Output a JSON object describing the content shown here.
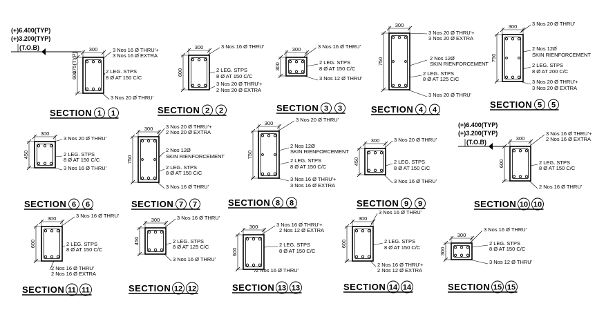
{
  "level_tags": {
    "top": "(+)6.400(TYP)",
    "bottom": "(+)3.200(TYP)",
    "tob": "(T.O.B)",
    "extra_dim": "175",
    "extra_dim_suffix": "(TYP)"
  },
  "sections": [
    {
      "id": "s1",
      "title": "SECTION",
      "num1": "1",
      "num2": "1",
      "width": "300",
      "depth": "600",
      "labels": [
        "3 Nos 16 Ø THRU'+",
        "3 Nos 16 Ø EXTRA",
        "2 LEG. STPS",
        "8 Ø AT 150 C/C",
        "3 Nos 20 Ø THRU'"
      ]
    },
    {
      "id": "s2",
      "title": "SECTION",
      "num1": "2",
      "num2": "2",
      "width": "300",
      "depth": "600",
      "labels": [
        "3 Nos 16 Ø THRU'",
        "2 LEG. STPS",
        "8 Ø AT 150 C/C",
        "3 Nos 20 Ø THRU'+",
        "2 Nos 20 Ø EXTRA"
      ]
    },
    {
      "id": "s3",
      "title": "SECTION",
      "num1": "3",
      "num2": "3",
      "width": "300",
      "depth": "300",
      "labels": [
        "3 Nos 16 Ø THRU'",
        "2 LEG. STPS",
        "8 Ø AT 150 C/C",
        "3 Nos 12 Ø THRU'"
      ]
    },
    {
      "id": "s4",
      "title": "SECTION",
      "num1": "4",
      "num2": "4",
      "width": "300",
      "depth": "750",
      "labels": [
        "3 Nos 20 Ø THRU'+",
        "3 Nos 20 Ø EXTRA",
        "2 Nos 12Ø",
        "SKIN RIENFORCEMENT",
        "2 LEG. STPS",
        "8 Ø AT 125 C/C",
        "3 Nos 20 Ø THRU'"
      ]
    },
    {
      "id": "s5",
      "title": "SECTION",
      "num1": "5",
      "num2": "5",
      "width": "300",
      "depth": "750",
      "labels": [
        "3 Nos 20 Ø THRU'",
        "2 Nos 12Ø",
        "SKIN RIENFORCEMENT",
        "2 LEG. STPS",
        "8 Ø AT 200 C/C",
        "3 Nos 20 Ø THRU'+",
        "3 Nos 20 Ø EXTRA"
      ]
    },
    {
      "id": "s6",
      "title": "SECTION",
      "num1": "6",
      "num2": "6",
      "width": "300",
      "depth": "450",
      "labels": [
        "3 Nos 20 Ø THRU'",
        "2 LEG. STPS",
        "8 Ø AT 150 C/C",
        "3 Nos 16 Ø THRU'"
      ]
    },
    {
      "id": "s7",
      "title": "SECTION",
      "num1": "7",
      "num2": "7",
      "width": "300",
      "depth": "750",
      "labels": [
        "3 Nos 20 Ø THRU'+",
        "2 Nos 20 Ø EXTRA",
        "2 Nos 12Ø",
        "SKIN RIENFORCEMENT",
        "2 LEG. STPS",
        "8 Ø AT 150 C/C",
        "3 Nos 16 Ø THRU'"
      ]
    },
    {
      "id": "s8",
      "title": "SECTION",
      "num1": "8",
      "num2": "8",
      "width": "300",
      "depth": "750",
      "labels": [
        "3 Nos 20 Ø THRU'",
        "2 Nos 12Ø",
        "SKIN RIENFORCEMENT",
        "2 LEG. STPS",
        "8 Ø AT 150 C/C",
        "3 Nos 16 Ø THRU'+",
        "3 Nos 16 Ø EXTRA"
      ]
    },
    {
      "id": "s9",
      "title": "SECTION",
      "num1": "9",
      "num2": "9",
      "width": "300",
      "depth": "450",
      "labels": [
        "3 Nos 20 Ø THRU'",
        "2 LEG. STPS",
        "8 Ø AT 150 C/C",
        "3 Nos 16 Ø THRU'"
      ]
    },
    {
      "id": "s10",
      "title": "SECTION",
      "num1": "10",
      "num2": "10",
      "width": "300",
      "depth": "600",
      "labels": [
        "3 Nos 16 Ø THRU'+",
        "2 Nos 16 Ø EXTRA",
        "2 LEG. STPS",
        "8 Ø AT 150 C/C",
        "2 Nos 16 Ø THRU'"
      ]
    },
    {
      "id": "s11",
      "title": "SECTION",
      "num1": "11",
      "num2": "11",
      "width": "300",
      "depth": "600",
      "labels": [
        "3 Nos 16 Ø THRU'",
        "2 LEG. STPS",
        "8 Ø AT 150 C/C",
        "2 Nos 16 Ø THRU'",
        "2 Nos 16 Ø EXTRA"
      ]
    },
    {
      "id": "s12",
      "title": "SECTION",
      "num1": "12",
      "num2": "12",
      "width": "300",
      "depth": "450",
      "labels": [
        "3 Nos 16 Ø THRU'",
        "2 LEG. STPS",
        "8 Ø AT 125 C/C",
        "3 Nos 16 Ø THRU'"
      ]
    },
    {
      "id": "s13",
      "title": "SECTION",
      "num1": "13",
      "num2": "13",
      "width": "300",
      "depth": "600",
      "labels": [
        "3 Nos 16 Ø THRU'+",
        "2 Nos 12 Ø EXTRA",
        "2 LEG. STPS",
        "8 Ø AT 150 C/C",
        "2 Nos 16 Ø THRU'"
      ]
    },
    {
      "id": "s14",
      "title": "SECTION",
      "num1": "14",
      "num2": "14",
      "width": "300",
      "depth": "600",
      "labels": [
        "3 Nos 16 Ø THRU'",
        "2 LEG. STPS",
        "8 Ø AT 150 C/C",
        "2 Nos 16 Ø THRU'+",
        "2 Nos 12 Ø EXTRA"
      ]
    },
    {
      "id": "s15",
      "title": "SECTION",
      "num1": "15",
      "num2": "15",
      "width": "300",
      "depth": "300",
      "labels": [
        "3 Nos 16 Ø THRU'",
        "2 LEG. STPS",
        "8 Ø AT 150 C/C",
        "3 Nos 12 Ø THRU'"
      ]
    }
  ]
}
